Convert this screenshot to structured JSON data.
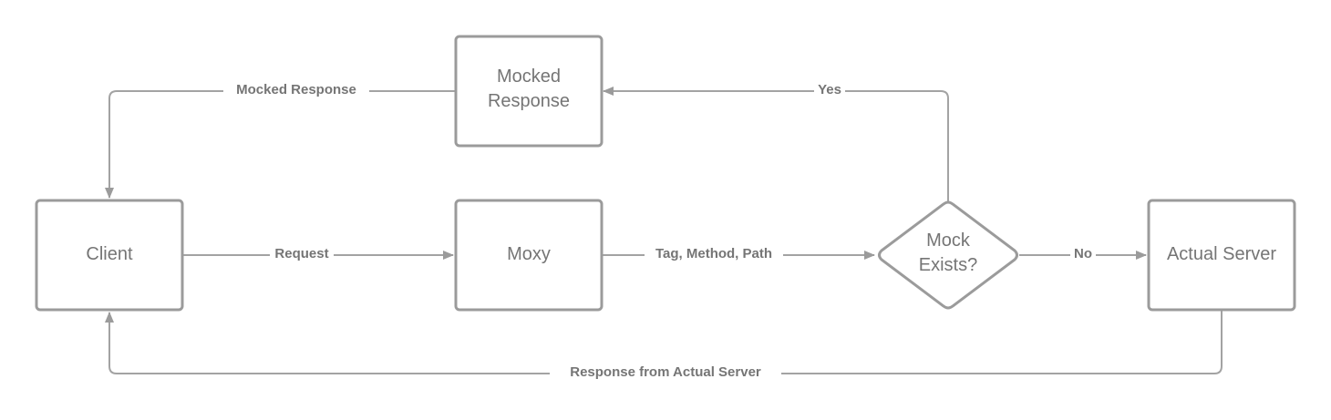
{
  "nodes": {
    "client": {
      "label": "Client"
    },
    "moxy": {
      "label": "Moxy"
    },
    "mocked_response": {
      "lines": [
        "Mocked",
        "Response"
      ]
    },
    "mock_exists": {
      "lines": [
        "Mock",
        "Exists?"
      ]
    },
    "actual_server": {
      "label": "Actual Server"
    }
  },
  "edges": {
    "request": "Request",
    "tag_method_path": "Tag, Method, Path",
    "yes": "Yes",
    "no": "No",
    "mocked_response": "Mocked Response",
    "response_from_actual_server": "Response from Actual Server"
  },
  "colors": {
    "stroke": "#9b9b9b",
    "text": "#757575"
  }
}
